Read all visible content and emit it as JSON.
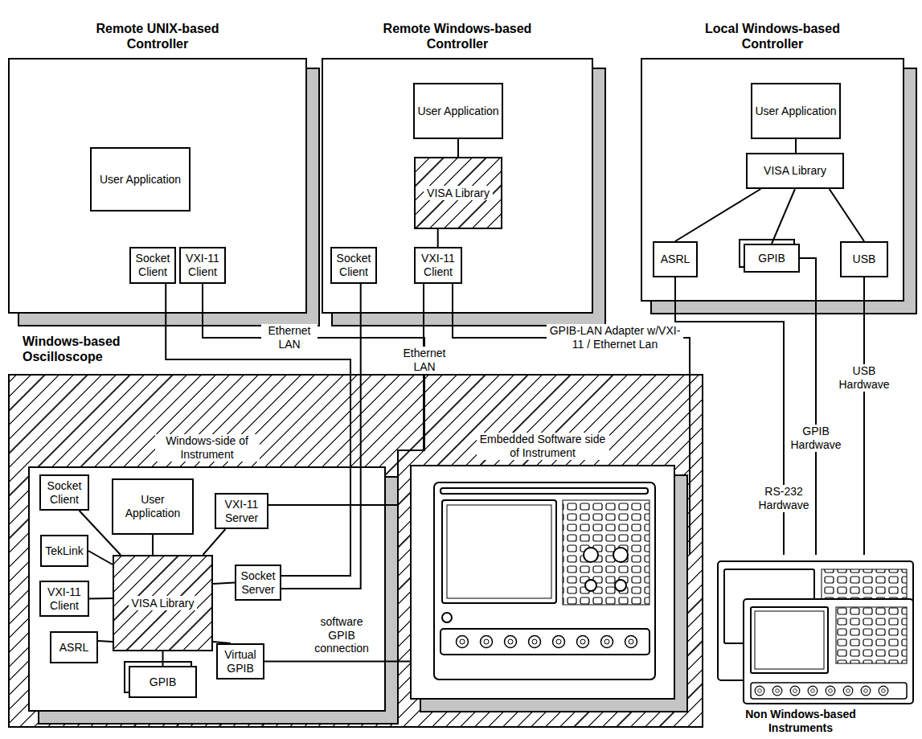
{
  "diagram": {
    "nodes": [
      {
        "text": [
          "Remote UNIX-based Controller"
        ]
      },
      {
        "text": [
          "User Application"
        ],
        "in": 0
      },
      {
        "text": [
          "Socket Client"
        ],
        "in": 0
      },
      {
        "text": [
          "VXI-11 Client"
        ],
        "in": 0
      },
      {
        "text": [
          "Remote Windows-based Controller"
        ]
      },
      {
        "text": [
          "User Application"
        ],
        "in": 4
      },
      {
        "text": [
          "VISA Library"
        ],
        "in": 4
      },
      {
        "text": [
          "Socket Client"
        ],
        "in": 4
      },
      {
        "text": [
          "VXI-11 Client"
        ],
        "in": 4
      },
      {
        "text": [
          "Local Windows-based Controller"
        ]
      },
      {
        "text": [
          "User Application"
        ],
        "in": 9
      },
      {
        "text": [
          "VISA Library"
        ],
        "in": 9
      },
      {
        "text": [
          "ASRL"
        ],
        "in": 9
      },
      {
        "text": [
          "GPIB"
        ],
        "in": 9
      },
      {
        "text": [
          "USB"
        ],
        "in": 9
      },
      {
        "text": [
          "Windows-based Oscilloscope"
        ]
      },
      {
        "text": [
          "Windows-side of Instrument"
        ],
        "in": 15
      },
      {
        "text": [
          "Socket Client"
        ],
        "in": 16
      },
      {
        "text": [
          "User Application"
        ],
        "in": 16
      },
      {
        "text": [
          "TekLink"
        ],
        "in": 16
      },
      {
        "text": [
          "VISA Library"
        ],
        "in": 16
      },
      {
        "text": [
          "VXI-11 Server"
        ],
        "in": 16
      },
      {
        "text": [
          "VXI-11 Client"
        ],
        "in": 16
      },
      {
        "text": [
          "Socket Server"
        ],
        "in": 16
      },
      {
        "text": [
          "ASRL"
        ],
        "in": 16
      },
      {
        "text": [
          "GPIB"
        ],
        "in": 16
      },
      {
        "text": [
          "Virtual GPIB"
        ],
        "in": 16
      },
      {
        "text": [
          "Embedded Software side of Instrument"
        ],
        "in": 15
      },
      {
        "text": [
          "Non Windows-based Instruments"
        ]
      }
    ],
    "edges": [
      {
        "from": 5,
        "to": 6,
        "arrow": "none"
      },
      {
        "from": 6,
        "to": 8,
        "arrow": "none"
      },
      {
        "from": 10,
        "to": 11,
        "arrow": "none"
      },
      {
        "from": 11,
        "to": 12,
        "arrow": "none"
      },
      {
        "from": 11,
        "to": 13,
        "arrow": "none"
      },
      {
        "from": 11,
        "to": 14,
        "arrow": "none"
      },
      {
        "from": 18,
        "to": 20,
        "arrow": "none"
      },
      {
        "from": 17,
        "to": 20,
        "arrow": "none"
      },
      {
        "from": 19,
        "to": 20,
        "arrow": "none"
      },
      {
        "from": 22,
        "to": 20,
        "arrow": "none"
      },
      {
        "from": 21,
        "to": 20,
        "arrow": "none"
      },
      {
        "from": 23,
        "to": 20,
        "arrow": "none"
      },
      {
        "from": 24,
        "to": 20,
        "arrow": "none"
      },
      {
        "from": 25,
        "to": 20,
        "arrow": "none"
      },
      {
        "from": 26,
        "to": 20,
        "arrow": "none"
      },
      {
        "from": 2,
        "to": 23,
        "arrow": "none"
      },
      {
        "from": 3,
        "to": 21,
        "label": "Ethernet LAN",
        "arrow": "none"
      },
      {
        "from": 7,
        "to": 23,
        "arrow": "none"
      },
      {
        "from": 8,
        "to": 21,
        "label": "Ethernet LAN",
        "arrow": "none"
      },
      {
        "from": 8,
        "to": 28,
        "label": "GPIB-LAN Adapter w/VXI-11 / Ethernet Lan",
        "arrow": "none"
      },
      {
        "from": 12,
        "to": 28,
        "label": "RS-232 Hardwave",
        "arrow": "none"
      },
      {
        "from": 13,
        "to": 28,
        "label": "GPIB Hardwave",
        "arrow": "none"
      },
      {
        "from": 14,
        "to": 28,
        "label": "USB Hardwave",
        "arrow": "none"
      },
      {
        "from": 26,
        "to": 27,
        "label": "software GPIB connection",
        "arrow": "none"
      }
    ]
  }
}
